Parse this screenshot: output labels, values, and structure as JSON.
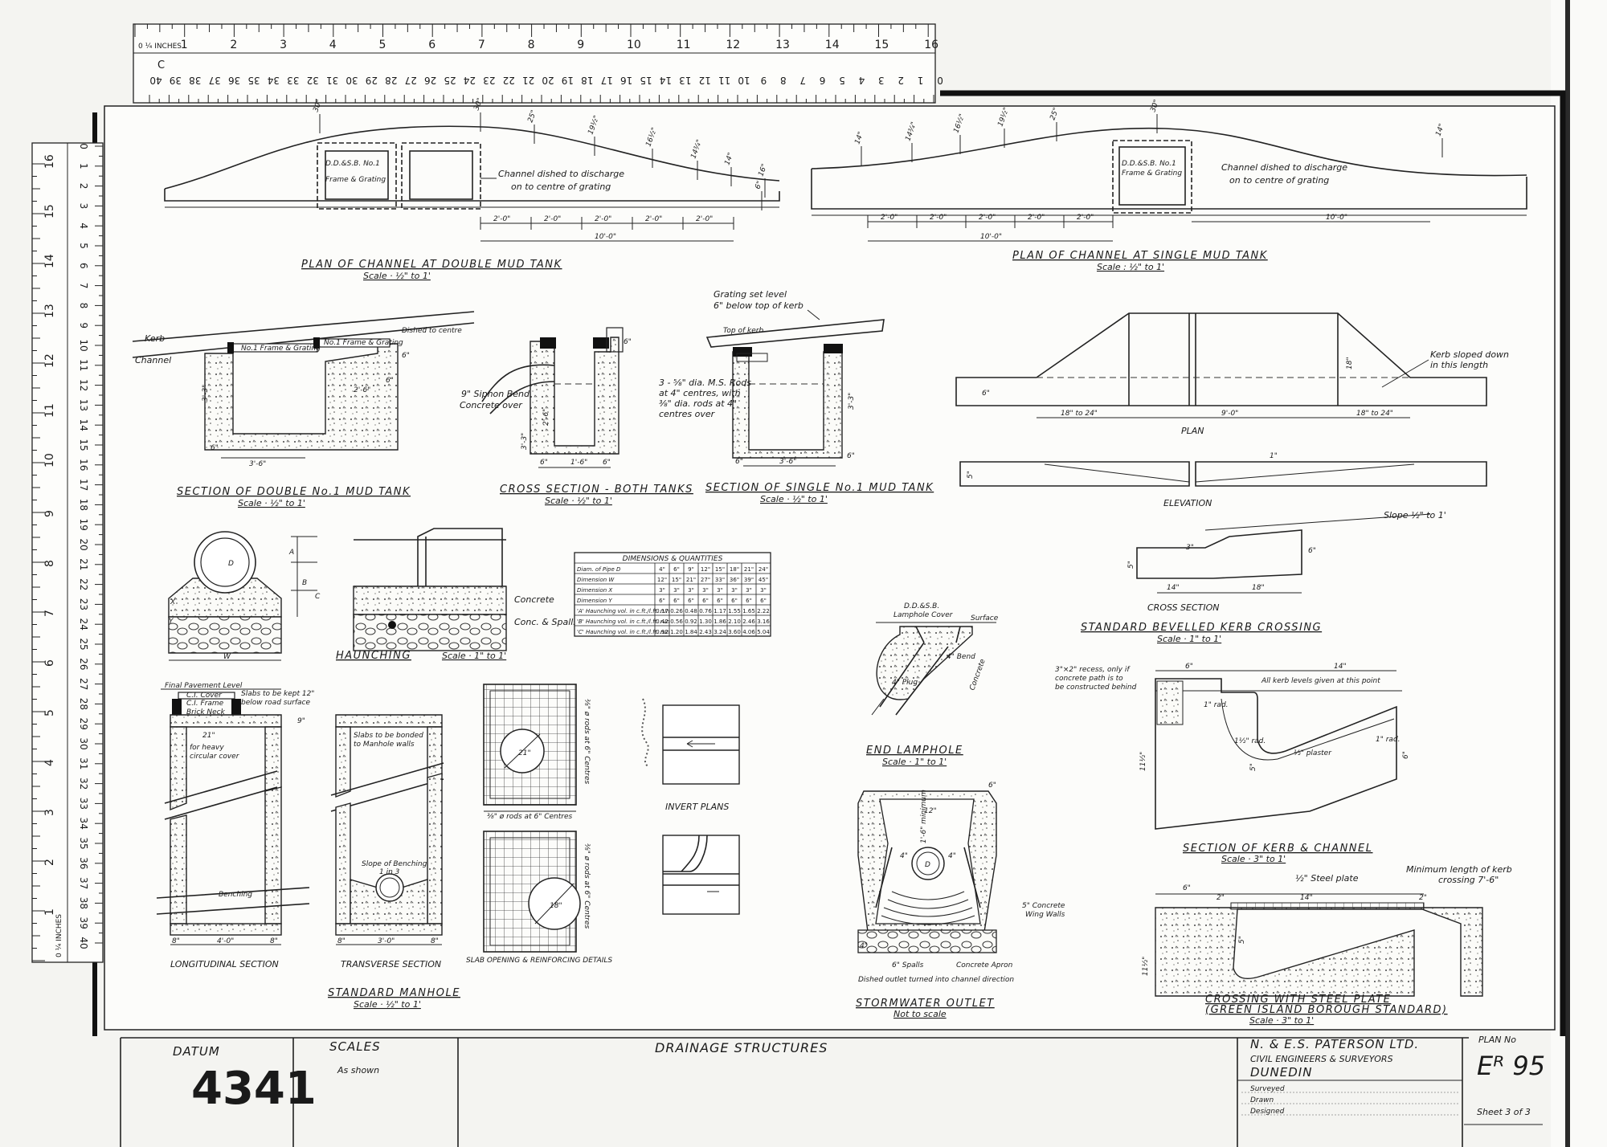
{
  "ruler_top": {
    "unit_label": "0 ¼ INCHES",
    "inch_numbers": [
      "1",
      "2",
      "3",
      "4",
      "5",
      "6",
      "7",
      "8",
      "9",
      "10",
      "11",
      "12",
      "13",
      "14",
      "15",
      "16"
    ],
    "margin_letter": "C",
    "cm_numbers": [
      "40",
      "39",
      "38",
      "37",
      "36",
      "35",
      "34",
      "33",
      "32",
      "31",
      "30",
      "29",
      "28",
      "27",
      "26",
      "25",
      "24",
      "23",
      "22",
      "21",
      "20",
      "19",
      "18",
      "17",
      "16",
      "15",
      "14",
      "13",
      "12",
      "11",
      "10",
      "9",
      "8",
      "7",
      "6",
      "5",
      "4",
      "3",
      "2",
      "1",
      "0"
    ]
  },
  "ruler_left": {
    "inch_numbers": [
      "16",
      "15",
      "14",
      "13",
      "12",
      "11",
      "10",
      "9",
      "8",
      "7",
      "6",
      "5",
      "4",
      "3",
      "2",
      "1"
    ],
    "unit_label": "0 ¼ INCHES",
    "cm_numbers": [
      "0",
      "1",
      "2",
      "3",
      "4",
      "5",
      "6",
      "7",
      "8",
      "9",
      "10",
      "11",
      "12",
      "13",
      "14",
      "15",
      "16",
      "17",
      "18",
      "19",
      "20",
      "21",
      "22",
      "23",
      "24",
      "25",
      "26",
      "27",
      "28",
      "29",
      "30",
      "31",
      "32",
      "33",
      "34",
      "35",
      "36",
      "37",
      "38",
      "39",
      "40"
    ]
  },
  "plan_double": {
    "title": "PLAN OF CHANNEL AT DOUBLE MUD TANK",
    "scale": "Scale · ½\" to 1'",
    "grating_label_1": "D.D.&S.B. No.1",
    "grating_label_2": "Frame & Grating",
    "note_1": "Channel dished to discharge",
    "note_2": "on to centre of grating",
    "dims": [
      "2'-0\"",
      "2'-0\"",
      "2'-0\"",
      "2'-0\"",
      "2'-0\""
    ],
    "overall": "10'-0\"",
    "heights": [
      "30\"",
      "30\"",
      "25\"",
      "19½\"",
      "16½\"",
      "14¾\"",
      "14\"",
      "6\"",
      "16\""
    ]
  },
  "plan_single": {
    "title": "PLAN OF CHANNEL AT SINGLE MUD TANK",
    "scale": "Scale : ½\" to 1'",
    "grating_label_1": "D.D.&S.B. No.1",
    "grating_label_2": "Frame & Grating",
    "note_1": "Channel dished to discharge",
    "note_2": "on to centre of grating",
    "dims": [
      "2'-0\"",
      "2'-0\"",
      "2'-0\"",
      "2'-0\"",
      "2'-0\""
    ],
    "left_overall": "10'-0\"",
    "right_overall": "10'-0\"",
    "heights": [
      "14\"",
      "14¾\"",
      "16½\"",
      "19½\"",
      "25\"",
      "30\"",
      "14\""
    ]
  },
  "section_double": {
    "title": "SECTION OF DOUBLE No.1 MUD TANK",
    "scale": "Scale · ½\" to 1'",
    "kerb": "Kerb",
    "channel": "Channel",
    "frame_1": "No.1 Frame & Grating",
    "frame_2": "No.1 Frame & Grating",
    "dished": "Dished to centre",
    "dims": [
      "3'-6\"",
      "2'-6\"",
      "3'-3\"",
      "6\"",
      "6\"",
      "6\""
    ]
  },
  "cross_section": {
    "title": "CROSS SECTION - BOTH TANKS",
    "scale": "Scale · ½\" to 1'",
    "bend_1": "9\" Siphon Bend",
    "bend_2": "Concrete over",
    "dims": [
      "1'-6\"",
      "6\"",
      "6\"",
      "2'-6\"",
      "3'-3\"",
      "6\""
    ]
  },
  "section_single": {
    "title": "SECTION OF SINGLE No.1 MUD TANK",
    "scale": "Scale · ½\" to 1'",
    "grating_1": "Grating set level",
    "grating_2": "6\" below top of kerb",
    "top_kerb": "Top of kerb",
    "rods_1": "3 - ⅝\" dia. M.S. Rods",
    "rods_2": "at 4\" centres, with",
    "rods_3": "⅜\" dia. rods at 4\"",
    "rods_4": "centres over",
    "dims": [
      "3'-6\"",
      "3'-3\"",
      "6\"",
      "6\""
    ]
  },
  "kerb_crossing": {
    "plan_label": "PLAN",
    "elevation_label": "ELEVATION",
    "cross_section_label": "CROSS SECTION",
    "title": "STANDARD BEVELLED KERB CROSSING",
    "scale": "Scale · 1\" to 1'",
    "kerb_note_1": "Kerb sloped down",
    "kerb_note_2": "in this length",
    "slope": "Slope ½\" to 1'",
    "dims": [
      "18\" to 24\"",
      "9'-0\"",
      "18\" to 24\"",
      "6\"",
      "18\"",
      "5\"",
      "1\"",
      "14\"",
      "18\"",
      "5\"",
      "3\"",
      "6\""
    ]
  },
  "haunching": {
    "title": "HAUNCHING",
    "scale": "Scale · 1\" to 1'",
    "concrete": "Concrete",
    "spalls": "Conc. & Spalls",
    "dims": [
      "D",
      "A",
      "B",
      "C",
      "X",
      "Y",
      "W"
    ]
  },
  "dimensions_table": {
    "title": "DIMENSIONS & QUANTITIES",
    "rows": [
      {
        "label": "Diam. of Pipe  D",
        "values": [
          "4\"",
          "6\"",
          "9\"",
          "12\"",
          "15\"",
          "18\"",
          "21\"",
          "24\""
        ]
      },
      {
        "label": "Dimension  W",
        "values": [
          "12\"",
          "15\"",
          "21\"",
          "27\"",
          "33\"",
          "36\"",
          "39\"",
          "45\""
        ]
      },
      {
        "label": "Dimension  X",
        "values": [
          "3\"",
          "3\"",
          "3\"",
          "3\"",
          "3\"",
          "3\"",
          "3\"",
          "3\""
        ]
      },
      {
        "label": "Dimension  Y",
        "values": [
          "6\"",
          "6\"",
          "6\"",
          "6\"",
          "6\"",
          "6\"",
          "6\"",
          "6\""
        ]
      },
      {
        "label": "'A' Haunching vol. in c.ft./l.ft. run",
        "values": [
          "0.17",
          "0.26",
          "0.48",
          "0.76",
          "1.17",
          "1.55",
          "1.65",
          "2.22"
        ]
      },
      {
        "label": "'B' Haunching vol. in c.ft./l.ft. run",
        "values": [
          "0.42",
          "0.56",
          "0.92",
          "1.30",
          "1.86",
          "2.10",
          "2.46",
          "3.16"
        ]
      },
      {
        "label": "'C' Haunching vol. in c.ft./l.ft. run",
        "values": [
          "0.92",
          "1.20",
          "1.84",
          "2.43",
          "3.24",
          "3.60",
          "4.06",
          "5.04"
        ]
      }
    ]
  },
  "end_lamphole": {
    "title": "END LAMPHOLE",
    "scale": "Scale · 1\" to 1'",
    "cover_1": "D.D.&S.B.",
    "cover_2": "Lamphole Cover",
    "surface": "Surface",
    "bend_1": "4\" Bend",
    "plug": "4\" Plug",
    "concrete": "Concrete"
  },
  "manhole": {
    "final_level": "Final Pavement Level",
    "cover": "C.I. Cover",
    "frame": "C.I. Frame",
    "brick": "Brick Neck",
    "slabs_1": "Slabs to be kept 12\"",
    "slabs_2": "below road surface",
    "circular_1": "for heavy",
    "circular_2": "circular cover",
    "bonded_1": "Slabs to be bonded",
    "bonded_2": "to Manhole walls",
    "benching_1": "Slope of Benching",
    "benching_2": "1 in 3",
    "benching": "Benching",
    "long_label": "LONGITUDINAL SECTION",
    "trans_label": "TRANSVERSE SECTION",
    "slab_label": "SLAB OPENING & REINFORCING DETAILS",
    "title": "STANDARD MANHOLE",
    "scale": "Scale · ½\" to 1'",
    "rods": "⅜\" ø rods at 6\" Centres",
    "rods_side_1": "⅜\" ø rods at 6\" Centres",
    "rods_side_2": "⅜\" ø rods at 6\" Centres",
    "dims": [
      "21\"",
      "8\"",
      "4'-0\"",
      "8\"",
      "8\"",
      "3'-0\"",
      "8\"",
      "9\"",
      "21\"",
      "18\""
    ]
  },
  "invert": {
    "label": "INVERT PLANS"
  },
  "stormwater": {
    "title": "STORMWATER OUTLET",
    "scale": "Not to scale",
    "wing_1": "5\" Concrete",
    "wing_2": "Wing Walls",
    "spalls": "6\" Spalls",
    "apron": "Concrete Apron",
    "dished": "Dished outlet turned into channel direction",
    "dims": [
      "4\"",
      "4\"",
      "4\"",
      "D",
      "6\"",
      "12\"",
      "1'-6\" minimum"
    ]
  },
  "kerb_channel": {
    "title": "SECTION OF KERB & CHANNEL",
    "scale": "Scale · 3\" to 1'",
    "recess_1": "3\"×2\" recess, only if",
    "recess_2": "concrete path is to",
    "recess_3": "be constructed behind",
    "levels": "All kerb levels given at this point",
    "plaster": "½\" plaster",
    "rad_1": "1\" rad.",
    "rad_2": "1½\" rad.",
    "rad_3": "1\" rad.",
    "dims": [
      "6\"",
      "14\"",
      "11½\"",
      "6\"",
      "5\""
    ]
  },
  "steel_crossing": {
    "title_1": "CROSSING WITH STEEL PLATE",
    "title_2": "(GREEN ISLAND BOROUGH STANDARD)",
    "scale": "Scale · 3\" to 1'",
    "plate": "½\" Steel plate",
    "minimum_1": "Minimum length of kerb",
    "minimum_2": "crossing 7'-6\"",
    "dims": [
      "6\"",
      "2\"",
      "14\"",
      "2\"",
      "5\"",
      "11½\""
    ]
  },
  "title_block": {
    "datum_label": "DATUM",
    "datum_number": "4341",
    "scales_label": "SCALES",
    "scales_value": "As shown",
    "drawing_title": "DRAINAGE STRUCTURES",
    "firm": "N. & E.S. PATERSON LTD.",
    "firm_sub": "CIVIL ENGINEERS & SURVEYORS",
    "city": "DUNEDIN",
    "surveyed": "Surveyed",
    "drawn": "Drawn",
    "designed": "Designed",
    "plan_no_label": "PLAN No",
    "plan_no": "Eᴿ 95",
    "sheet": "Sheet 3 of 3"
  }
}
